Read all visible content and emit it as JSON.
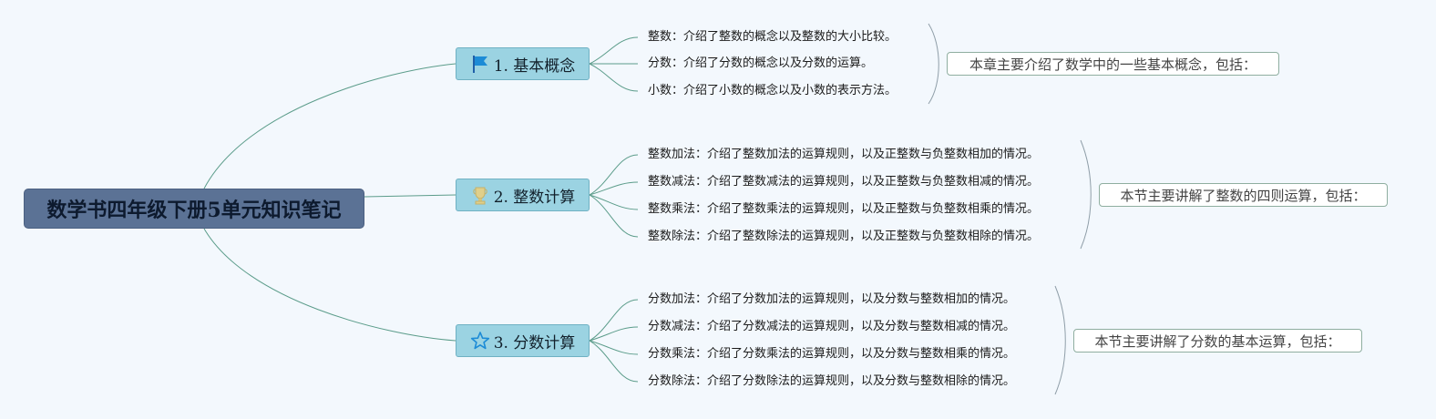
{
  "diagram": {
    "root": {
      "label": "数学书四年级下册5单元知识笔记"
    },
    "branches": [
      {
        "label": "1. 基本概念",
        "icon": "flag-icon",
        "summary": "本章主要介绍了数学中的一些基本概念，包括：",
        "leaves": [
          "整数：介绍了整数的概念以及整数的大小比较。",
          "分数：介绍了分数的概念以及分数的运算。",
          "小数：介绍了小数的概念以及小数的表示方法。"
        ]
      },
      {
        "label": "2. 整数计算",
        "icon": "trophy-icon",
        "summary": "本节主要讲解了整数的四则运算，包括：",
        "leaves": [
          "整数加法：介绍了整数加法的运算规则，以及正整数与负整数相加的情况。",
          "整数减法：介绍了整数减法的运算规则，以及正整数与负整数相减的情况。",
          "整数乘法：介绍了整数乘法的运算规则，以及正整数与负整数相乘的情况。",
          "整数除法：介绍了整数除法的运算规则，以及正整数与负整数相除的情况。"
        ]
      },
      {
        "label": "3. 分数计算",
        "icon": "star-icon",
        "summary": "本节主要讲解了分数的基本运算，包括：",
        "leaves": [
          "分数加法：介绍了分数加法的运算规则，以及分数与整数相加的情况。",
          "分数减法：介绍了分数减法的运算规则，以及分数与整数相减的情况。",
          "分数乘法：介绍了分数乘法的运算规则，以及分数与整数相乘的情况。",
          "分数除法：介绍了分数除法的运算规则，以及分数与整数相除的情况。"
        ]
      }
    ],
    "colors": {
      "root_fill": "#5b7295",
      "branch_fill": "#9bd3e2",
      "connector": "#5b9c8a",
      "background": "#f3f8fd"
    }
  }
}
